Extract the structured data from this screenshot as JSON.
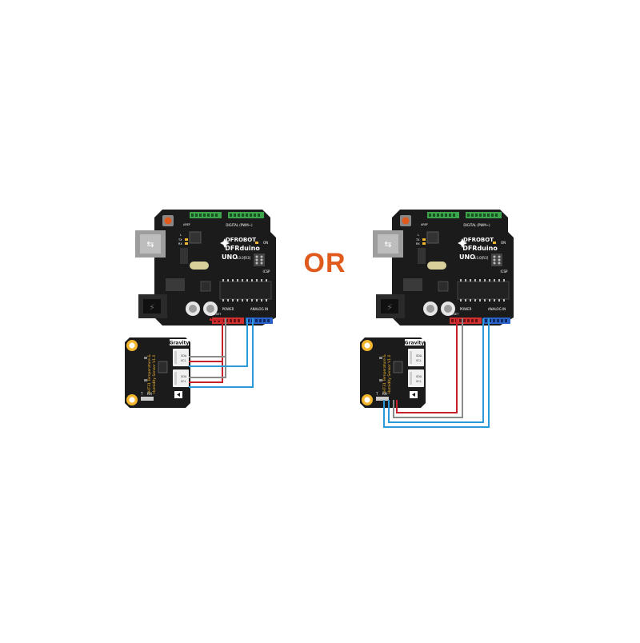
{
  "separator": {
    "text": "OR",
    "color": "#e05a1e"
  },
  "board": {
    "brand": "DFROBOT",
    "name": "DFRduino",
    "model": "UNO",
    "version": "v3.0[R3]",
    "header_digital": "DIGITAL (PWM~)",
    "header_power": "POWER",
    "header_analog": "ANALOG IN",
    "label_icsp": "ICSP",
    "label_on": "ON",
    "label_aref": "AREF",
    "label_tx": "TX",
    "label_rx": "RX",
    "label_l": "L",
    "label_reset": "RESET"
  },
  "sensor": {
    "brand": "Gravity",
    "title": "SHT31 Temperature &",
    "subtitle": "Humidity Sensor V1.0",
    "label_sda": "SDA",
    "label_scl": "SCL",
    "label_t": "T",
    "label_rh": "RH"
  },
  "colors": {
    "wire_red": "#c8202a",
    "wire_gray": "#8a8a8a",
    "wire_blue": "#2a9ad8",
    "board": "#1b1b1b",
    "header_green": "#3aa54a",
    "header_red": "#d23030",
    "header_blue": "#2b62c8",
    "accent_gold": "#f2b530"
  }
}
